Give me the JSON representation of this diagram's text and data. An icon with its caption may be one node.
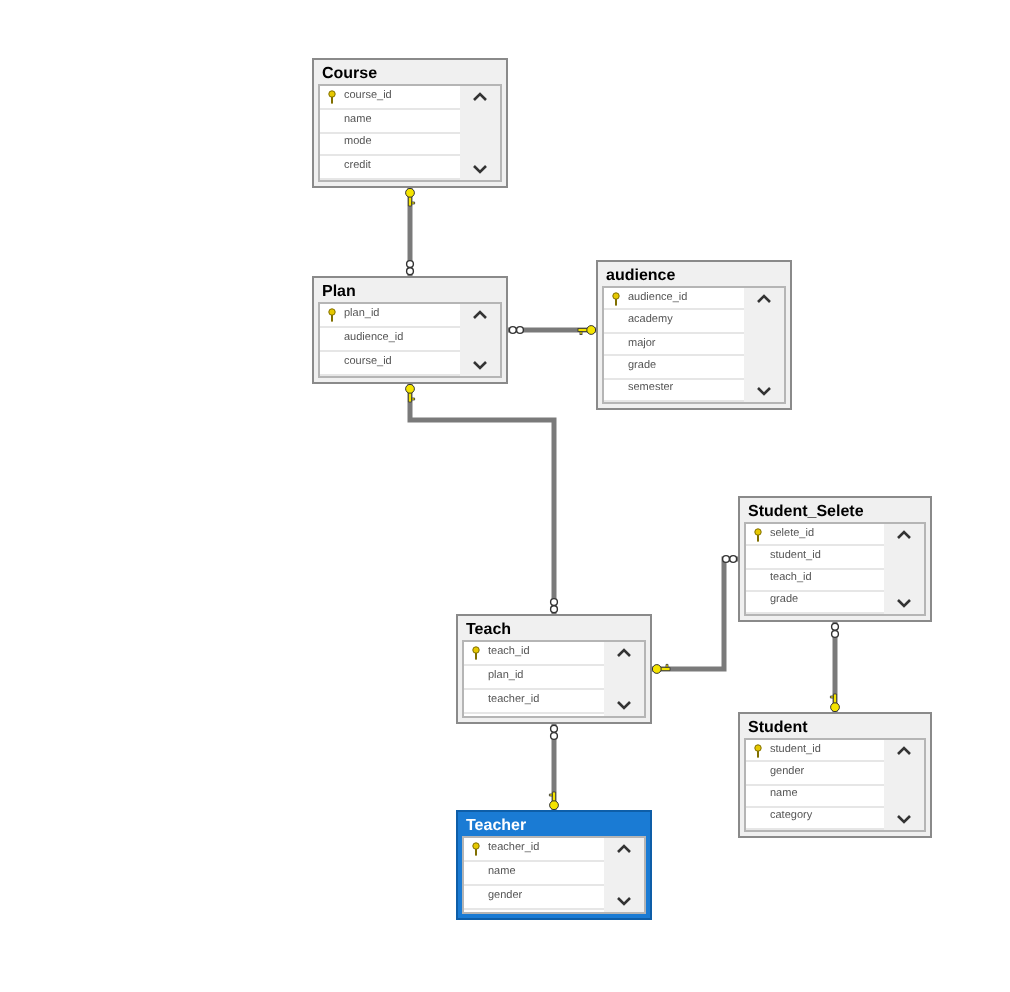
{
  "diagram": {
    "nodes": [
      {
        "text": [
          "Course",
          "course_id",
          "name",
          "mode",
          "credit"
        ]
      },
      {
        "text": [
          "Plan",
          "plan_id",
          "audience_id",
          "course_id"
        ]
      },
      {
        "text": [
          "audience",
          "audience_id",
          "academy",
          "major",
          "grade",
          "semester"
        ]
      },
      {
        "text": [
          "Student_Selete",
          "selete_id",
          "student_id",
          "teach_id",
          "grade"
        ]
      },
      {
        "text": [
          "Teach",
          "teach_id",
          "plan_id",
          "teacher_id"
        ]
      },
      {
        "text": [
          "Student",
          "student_id",
          "gender",
          "name",
          "category"
        ]
      },
      {
        "text": [
          "Teacher",
          "teacher_id",
          "name",
          "gender"
        ]
      }
    ],
    "edges": [
      {
        "from": 1,
        "to": 0,
        "arrow": "other"
      },
      {
        "from": 1,
        "to": 2,
        "arrow": "other"
      },
      {
        "from": 4,
        "to": 1,
        "arrow": "other"
      },
      {
        "from": 3,
        "to": 4,
        "arrow": "other"
      },
      {
        "from": 3,
        "to": 5,
        "arrow": "other"
      },
      {
        "from": 4,
        "to": 6,
        "arrow": "other"
      }
    ]
  }
}
